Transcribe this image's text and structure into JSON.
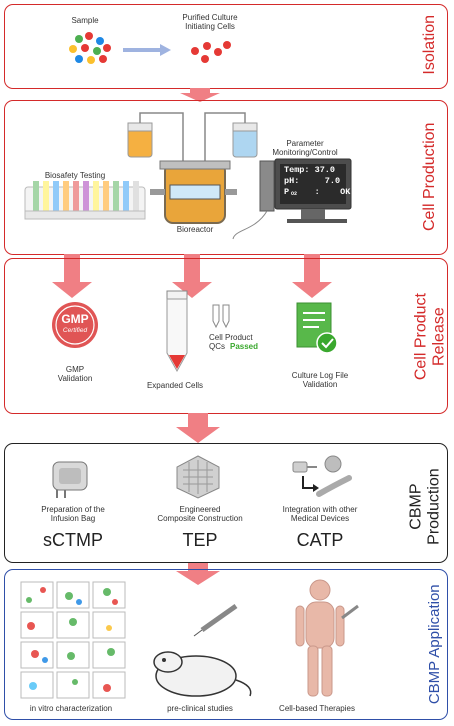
{
  "isolation": {
    "title": "Isolation",
    "sample_label": "Sample",
    "purified_label": "Purified Culture\nInitiating Cells"
  },
  "production": {
    "title": "Cell Production",
    "biosafety_label": "Biosafety Testing",
    "bioreactor_label": "Bioreactor",
    "parameter_label": "Parameter\nMonitoring/Control",
    "monitor": {
      "temp": "Temp: 37.0",
      "ph": "pH:     7.0",
      "po2": "P     :    OK",
      "po2_sub": "O2"
    }
  },
  "release": {
    "title": "Cell Product\nRelease",
    "gmp_badge_top": "GMP",
    "gmp_badge_bottom": "Certified",
    "gmp_label": "GMP\nValidation",
    "expanded_label": "Expanded Cells",
    "qc_label": "Cell Product\nQCs",
    "qc_passed": "Passed",
    "log_label": "Culture Log File\nValidation"
  },
  "cbmp_production": {
    "title": "CBMP\nProduction",
    "items": [
      {
        "label": "Preparation of the\nInfusion Bag",
        "abbr": "sCTMP"
      },
      {
        "label": "Engineered\nComposite Construction",
        "abbr": "TEP"
      },
      {
        "label": "Integration with other\nMedical Devices",
        "abbr": "CATP"
      }
    ]
  },
  "application": {
    "title": "CBMP Application",
    "invitro_label": "in vitro characterization",
    "preclinical_label": "pre-clinical studies",
    "therapies_label": "Cell-based Therapies"
  },
  "colors": {
    "red_border": "#d42a2a",
    "blue_border": "#2f4fa8",
    "arrow": "#f07f84",
    "qc_passed": "#3aa82e"
  }
}
